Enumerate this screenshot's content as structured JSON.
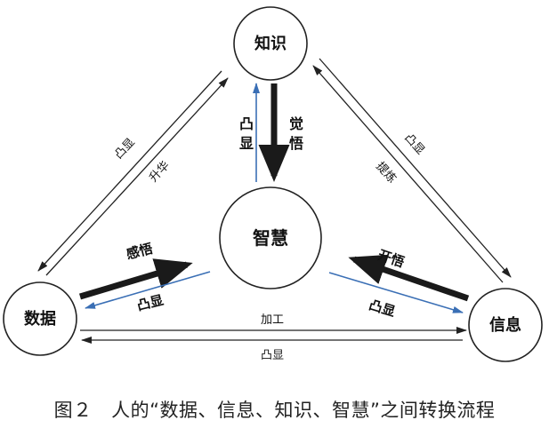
{
  "nodes": {
    "knowledge": "知识",
    "wisdom": "智慧",
    "data": "数据",
    "information": "信息"
  },
  "edges": {
    "data_to_knowledge": "升华",
    "knowledge_to_data": "凸显",
    "information_to_knowledge": "提炼",
    "knowledge_to_information": "凸显",
    "knowledge_to_wisdom": "觉悟",
    "wisdom_to_knowledge": "凸显",
    "data_to_wisdom": "感悟",
    "wisdom_to_data": "凸显",
    "information_to_wisdom": "开悟",
    "wisdom_to_information": "凸显",
    "data_to_information": "加工",
    "information_to_data": "凸显"
  },
  "colors": {
    "line": "#222222",
    "thick_arrow": "#1a1a1a",
    "blue_arrow": "#3a6fb5"
  },
  "caption": "图２　人的“数据、信息、知识、智慧”之间转换流程"
}
